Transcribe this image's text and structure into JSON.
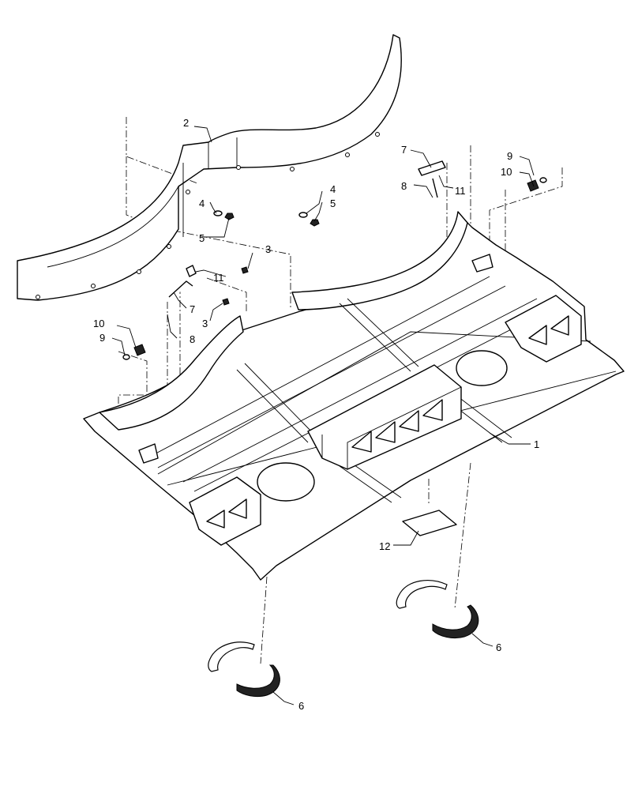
{
  "diagram": {
    "callouts": [
      {
        "id": "c1",
        "text": "1"
      },
      {
        "id": "c2",
        "text": "2"
      },
      {
        "id": "c3a",
        "text": "3"
      },
      {
        "id": "c3b",
        "text": "3"
      },
      {
        "id": "c4a",
        "text": "4"
      },
      {
        "id": "c4b",
        "text": "4"
      },
      {
        "id": "c5a",
        "text": "5"
      },
      {
        "id": "c5b",
        "text": "5"
      },
      {
        "id": "c6a",
        "text": "6"
      },
      {
        "id": "c6b",
        "text": "6"
      },
      {
        "id": "c7a",
        "text": "7"
      },
      {
        "id": "c7b",
        "text": "7"
      },
      {
        "id": "c8a",
        "text": "8"
      },
      {
        "id": "c8b",
        "text": "8"
      },
      {
        "id": "c9a",
        "text": "9"
      },
      {
        "id": "c9b",
        "text": "9"
      },
      {
        "id": "c10a",
        "text": "10"
      },
      {
        "id": "c10b",
        "text": "10"
      },
      {
        "id": "c11a",
        "text": "11"
      },
      {
        "id": "c11b",
        "text": "11"
      },
      {
        "id": "c12",
        "text": "12"
      }
    ],
    "colors": {
      "line": "#000000",
      "fill": "#ffffff",
      "seal_fill": "#222222"
    }
  }
}
